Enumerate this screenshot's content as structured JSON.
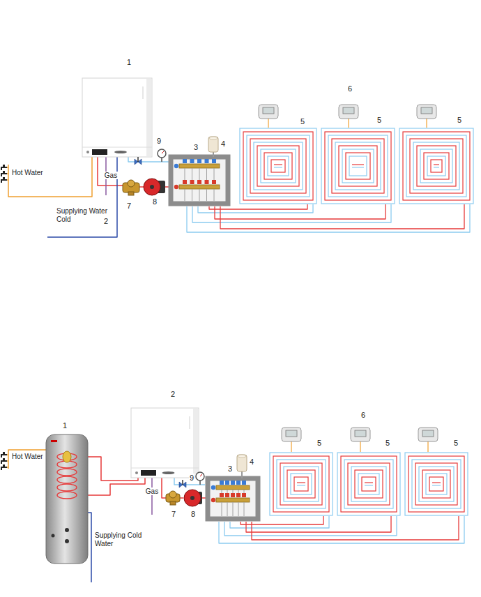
{
  "diagram": {
    "labels": [
      "1",
      "Hot Water",
      "Gas",
      "Supplying Water Cold",
      "2",
      "3",
      "4",
      "6",
      "5",
      "5",
      "5",
      "9",
      "7",
      "8",
      "1",
      "2",
      "Hot Water",
      "Gas",
      "Supplying Cold Water",
      "3",
      "4",
      "6",
      "5",
      "5",
      "5",
      "9",
      "7",
      "8"
    ]
  }
}
